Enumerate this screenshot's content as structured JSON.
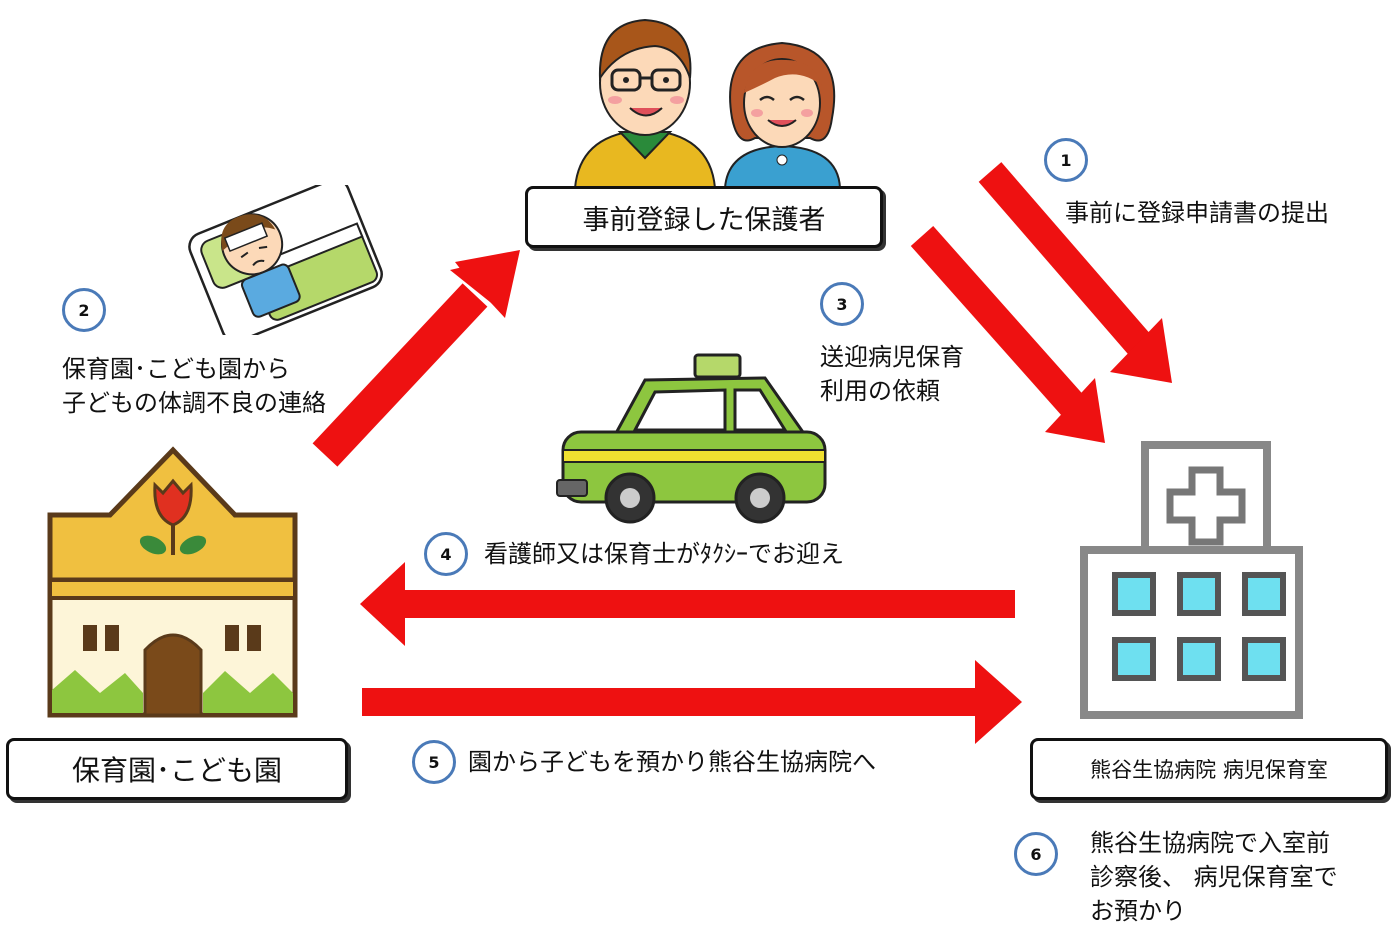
{
  "nodes": {
    "parents": "事前登録した保護者",
    "nursery": "保育園･こども園",
    "hospital": "熊谷生協病院 病児保育室"
  },
  "steps": [
    {
      "num": "1",
      "lines": [
        "事前に登録申請書の提出"
      ]
    },
    {
      "num": "2",
      "lines": [
        "保育園･こども園から",
        "子どもの体調不良の連絡"
      ]
    },
    {
      "num": "3",
      "lines": [
        "送迎病児保育",
        "利用の依頼"
      ]
    },
    {
      "num": "4",
      "lines": [
        "看護師又は保育士がﾀｸｼｰでお迎え"
      ]
    },
    {
      "num": "5",
      "lines": [
        "園から子どもを預かり熊谷生協病院へ"
      ]
    },
    {
      "num": "6",
      "lines": [
        "熊谷生協病院で入室前",
        "診察後、 病児保育室で",
        "お預かり"
      ]
    }
  ],
  "colors": {
    "arrow": "#ee1111",
    "circle_border": "#4a7ab8"
  },
  "icons": [
    "parents-illustration",
    "sick-child-illustration",
    "taxi-illustration",
    "nursery-building-illustration",
    "hospital-building-illustration"
  ]
}
